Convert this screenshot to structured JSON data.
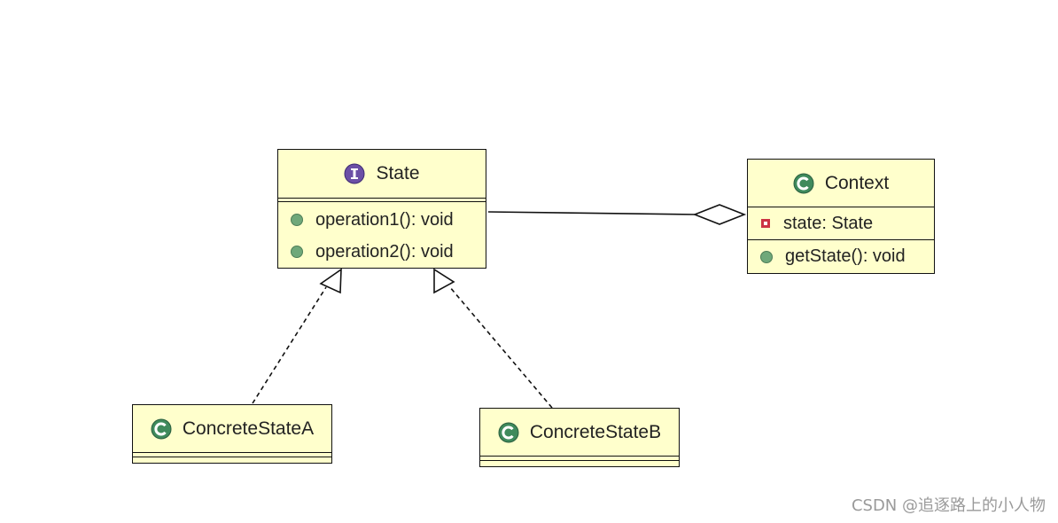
{
  "diagram": {
    "interface_state": {
      "name": "State",
      "stereotype_icon": "interface-icon",
      "methods": [
        "operation1(): void",
        "operation2(): void"
      ]
    },
    "class_context": {
      "name": "Context",
      "stereotype_icon": "class-icon",
      "fields": [
        "state: State"
      ],
      "methods": [
        "getState(): void"
      ]
    },
    "class_concrete_a": {
      "name": "ConcreteStateA",
      "stereotype_icon": "class-icon"
    },
    "class_concrete_b": {
      "name": "ConcreteStateB",
      "stereotype_icon": "class-icon"
    },
    "relationships": [
      {
        "type": "aggregation",
        "from": "Context",
        "to": "State"
      },
      {
        "type": "realization",
        "from": "ConcreteStateA",
        "to": "State"
      },
      {
        "type": "realization",
        "from": "ConcreteStateB",
        "to": "State"
      }
    ]
  },
  "watermark": "CSDN @追逐路上的小人物",
  "colors": {
    "box_fill": "#ffffcc",
    "interface_icon": "#6b4fa6",
    "class_icon": "#3f8a5c",
    "public_method_dot": "#6fa87a",
    "private_field": "#cc3344"
  }
}
